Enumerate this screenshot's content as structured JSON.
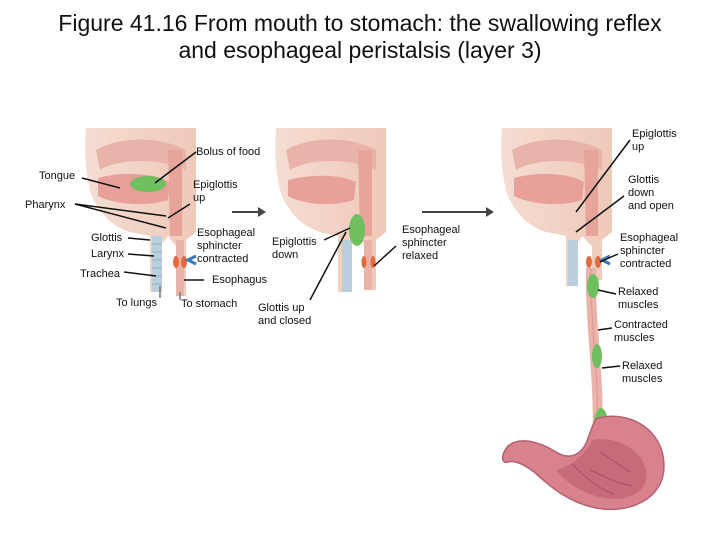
{
  "title": {
    "line1": "Figure 41.16 From mouth to stomach: the swallowing reflex",
    "line2": "and esophageal peristalsis (layer 3)"
  },
  "panel1": {
    "bolus": "Bolus of food",
    "tongue": "Tongue",
    "pharynx": "Pharynx",
    "epiglottis_up": "Epiglottis\nup",
    "glottis": "Glottis",
    "larynx": "Larynx",
    "trachea": "Trachea",
    "sphincter": "Esophageal\nsphincter\ncontracted",
    "esophagus": "Esophagus",
    "to_lungs": "To lungs",
    "to_stomach": "To stomach"
  },
  "panel2": {
    "epiglottis_down": "Epiglottis\ndown",
    "glottis_up": "Glottis up\nand closed",
    "sphincter": "Esophageal\nsphincter\nrelaxed"
  },
  "panel3": {
    "epiglottis_up": "Epiglottis\nup",
    "glottis_down": "Glottis\ndown\nand open",
    "sphincter": "Esophageal\nsphincter\ncontracted",
    "relaxed1": "Relaxed\nmuscles",
    "contracted": "Contracted\nmuscles",
    "relaxed2": "Relaxed\nmuscles"
  },
  "colors": {
    "tissue": "#f2d3c5",
    "mouth": "#e8a09a",
    "bolus": "#6fbf5f",
    "cartilage": "#b9cfdd",
    "sphincter": "#e46a3e",
    "arrow": "#3a78b8",
    "stomach": "#d8828e"
  }
}
